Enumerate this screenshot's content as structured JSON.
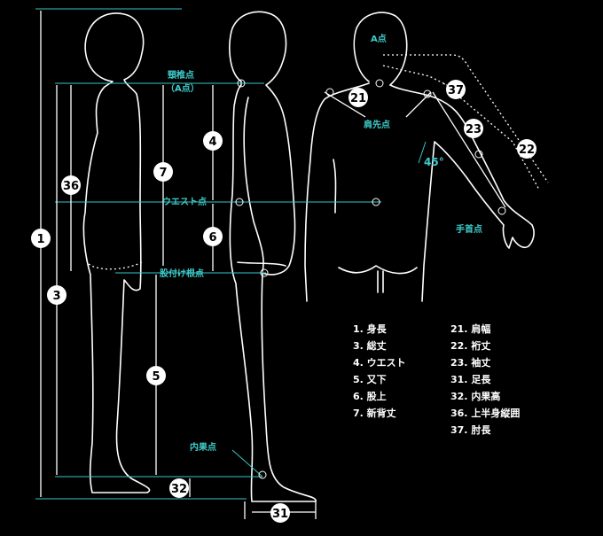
{
  "colors": {
    "background": "#000000",
    "figure": "#ffffff",
    "landmark_text": "#3ecbcb",
    "guide_line": "#35c7c7"
  },
  "landmarks": {
    "cervicale": "頸椎点",
    "cervicale_sub": "（A点）",
    "a_point": "A点",
    "waist": "ウエスト点",
    "crotch": "股付け根点",
    "shoulder_point": "肩先点",
    "angle": "45°",
    "wrist": "手首点",
    "ankle": "内果点"
  },
  "markers": {
    "m1": "1",
    "m3": "3",
    "m36": "36",
    "m7": "7",
    "m4": "4",
    "m6": "6",
    "m5": "5",
    "m32": "32",
    "m31": "31",
    "m21": "21",
    "m37": "37",
    "m23": "23",
    "m22": "22"
  },
  "legend_left": [
    "1. 身長",
    "3. 総丈",
    "4. ウエスト",
    "5. 又下",
    "6. 股上",
    "7. 新背丈"
  ],
  "legend_right": [
    "21. 肩幅",
    "22. 裄丈",
    "23. 袖丈",
    "31. 足長",
    "32. 内果高",
    "36. 上半身縦囲",
    "37. 肘長"
  ]
}
